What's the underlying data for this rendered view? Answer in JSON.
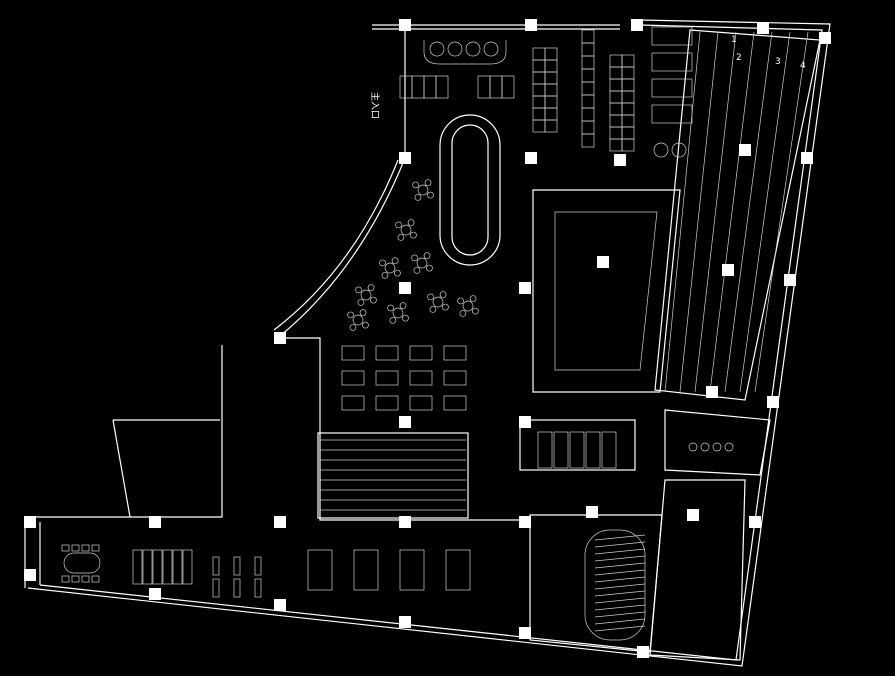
{
  "plan": {
    "entrance_label": "主入口",
    "lane_numbers": [
      "1",
      "2",
      "3",
      "4"
    ],
    "colors": {
      "background": "#000000",
      "lines": "#ffffff"
    }
  }
}
